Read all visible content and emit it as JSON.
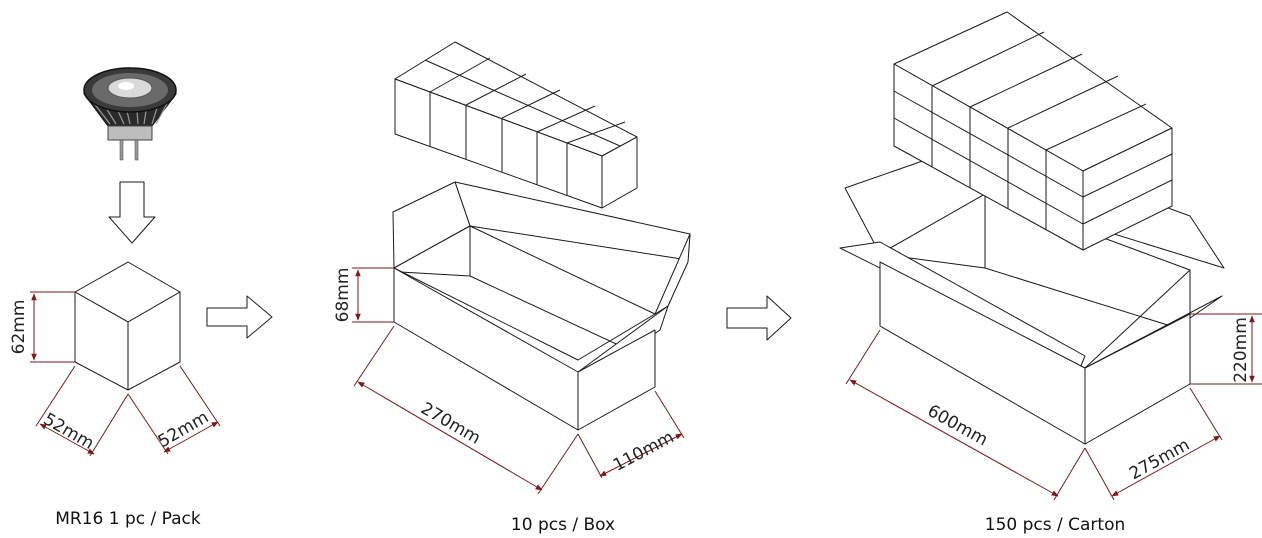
{
  "diagram": {
    "accent_color": "#7a1a1a",
    "pack": {
      "height_label": "62mm",
      "depth_label": "52mm",
      "width_label": "52mm",
      "caption": "MR16 1 pc / Pack"
    },
    "box": {
      "height_label": "68mm",
      "length_label": "270mm",
      "width_label": "110mm",
      "caption": "10 pcs / Box"
    },
    "carton": {
      "height_label": "220mm",
      "length_label": "600mm",
      "width_label": "275mm",
      "caption": "150 pcs / Carton"
    },
    "icons": {
      "bulb": "mr16-bulb-icon",
      "arrows": "outline-arrow-icon"
    }
  }
}
